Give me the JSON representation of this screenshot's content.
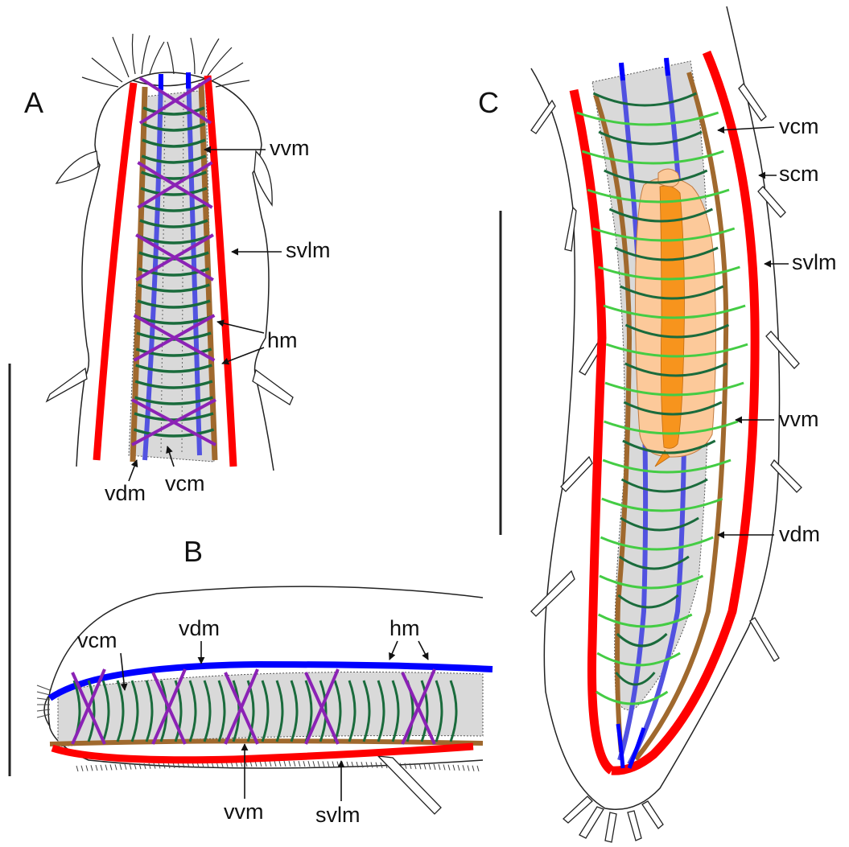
{
  "figure": {
    "panels": {
      "A": {
        "label": "A",
        "labels": {
          "vvm": "vvm",
          "svlm": "svlm",
          "hm": "hm",
          "vcm": "vcm",
          "vdm": "vdm"
        }
      },
      "B": {
        "label": "B",
        "labels": {
          "vcm": "vcm",
          "vdm": "vdm",
          "hm": "hm",
          "vvm": "vvm",
          "svlm": "svlm"
        }
      },
      "C": {
        "label": "C",
        "labels": {
          "vcm": "vcm",
          "scm": "scm",
          "svlm": "svlm",
          "vvm": "vvm",
          "vdm": "vdm"
        }
      }
    },
    "colors": {
      "svlm": "#ff0000",
      "vvm": "#a0692e",
      "vdm_A": "#5252e0",
      "vdm_B": "#0000ff",
      "hm": "#8b22b5",
      "vcm": "#1a6b3c",
      "scm": "#44cc44",
      "gut": "#d9d9d9",
      "pharynx": "#fcc99a",
      "pharynx_core": "#f7941d"
    }
  }
}
